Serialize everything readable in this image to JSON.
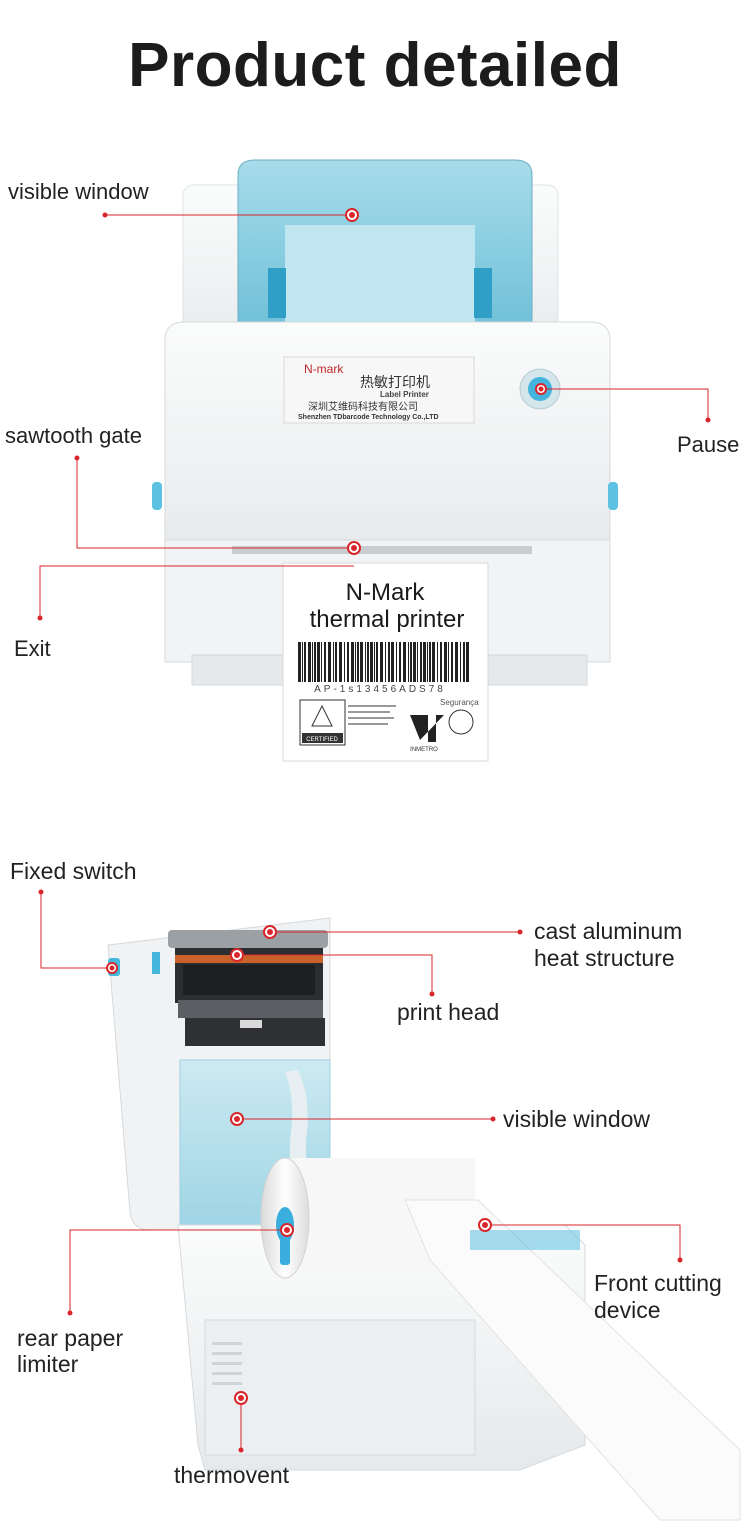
{
  "page": {
    "title": "Product detailed"
  },
  "front_view": {
    "labels": {
      "visible_window": "visible window",
      "sawtooth_gate": "sawtooth gate",
      "pause": "Pause",
      "exit": "Exit"
    },
    "brand_plate": {
      "logo": "N-mark",
      "cn_title": "热敏打印机",
      "subtitle": "Label Printer",
      "cn_company": "深圳艾维码科技有限公司",
      "company": "Shenzhen TDbarcode Technology Co.,LTD"
    },
    "label_sheet": {
      "line1": "N-Mark",
      "line2": "thermal printer",
      "barcode_text": "AP-1s13456ADS78",
      "seguranca": "Segurança",
      "certified": "CERTIFIED",
      "inmetro": "INMETRO"
    }
  },
  "open_view": {
    "labels": {
      "fixed_switch": "Fixed switch",
      "cast_aluminum": "cast aluminum",
      "heat_structure": "heat structure",
      "print_head": "print head",
      "visible_window": "visible window",
      "front_cutting": "Front cutting",
      "device": "device",
      "rear_paper": "rear paper",
      "limiter": "limiter",
      "thermovent": "thermovent"
    }
  },
  "colors": {
    "callout_line": "#d8262b",
    "printer_body": "#f2f4f5",
    "window_tint": "#8fd0e2",
    "accent_blue": "#3fb3d9"
  }
}
